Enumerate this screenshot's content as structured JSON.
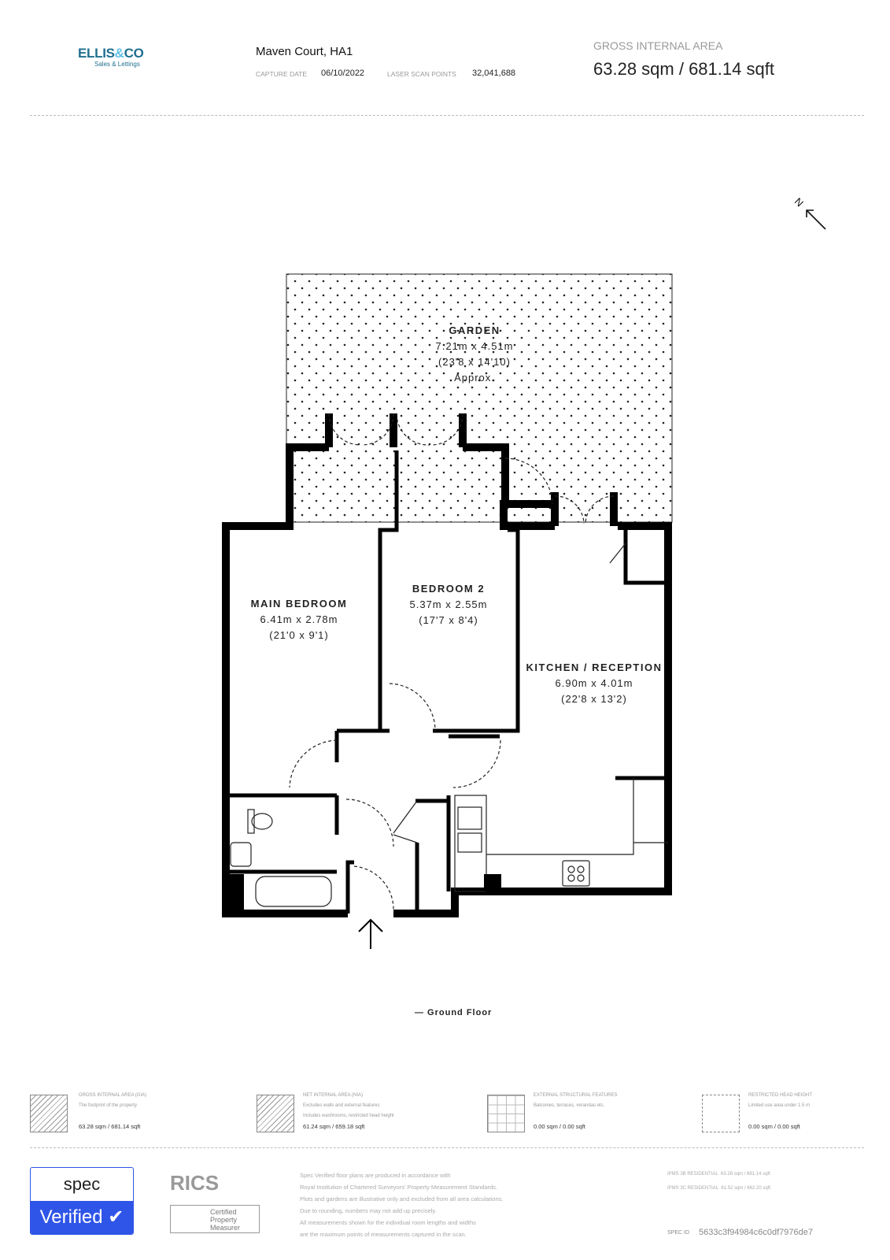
{
  "header": {
    "logo": {
      "brand": "ELLIS&CO",
      "tagline": "Sales & Lettings",
      "brand_color": "#1f6f8f"
    },
    "property": "Maven Court, HA1",
    "capture_date_label": "CAPTURE DATE",
    "capture_date": "06/10/2022",
    "scan_points_label": "LASER SCAN POINTS",
    "scan_points": "32,041,688",
    "gia_label": "GROSS INTERNAL AREA",
    "gia_value": "63.28 sqm / 681.14 sqft"
  },
  "plan": {
    "compass": "N",
    "floor_label": "— Ground Floor",
    "rooms": [
      {
        "name": "GARDEN",
        "metric": "7.21m x 4.51m",
        "imperial": "(23'8 x 14'10)",
        "note": "Approx."
      },
      {
        "name": "MAIN BEDROOM",
        "metric": "6.41m x 2.78m",
        "imperial": "(21'0 x 9'1)"
      },
      {
        "name": "BEDROOM 2",
        "metric": "5.37m x 2.55m",
        "imperial": "(17'7 x 8'4)"
      },
      {
        "name": "KITCHEN / RECEPTION",
        "metric": "6.90m x 4.01m",
        "imperial": "(22'8 x 13'2)"
      }
    ]
  },
  "legend": [
    {
      "title": "GROSS INTERNAL AREA (GIA)",
      "desc": [
        "The footprint of the property"
      ],
      "value": "63.28 sqm / 681.14 sqft",
      "icon": "hatched-square-icon"
    },
    {
      "title": "NET INTERNAL AREA (NIA)",
      "desc": [
        "Excludes walls and external features",
        "Includes washrooms, restricted head height"
      ],
      "value": "61.24 sqm / 659.18 sqft",
      "icon": "hatched-plan-icon"
    },
    {
      "title": "EXTERNAL STRUCTURAL FEATURES",
      "desc": [
        "Balconies, terraces, verandas etc."
      ],
      "value": "0.00 sqm / 0.00 sqft",
      "icon": "grid-icon"
    },
    {
      "title": "RESTRICTED HEAD HEIGHT",
      "desc": [
        "Limited use area under 1.5 m"
      ],
      "value": "0.00 sqm / 0.00 sqft",
      "icon": "person-height-icon"
    }
  ],
  "footer": {
    "spec_badge": {
      "top": "spec",
      "bottom": "Verified",
      "color": "#2f55e8"
    },
    "rics": {
      "name": "RICS",
      "cert": [
        "Certified",
        "Property",
        "Measurer"
      ]
    },
    "notes": [
      "Spec Verified floor plans are produced in accordance with",
      "Royal Institution of Chartered Surveyors' Property Measurement Standards.",
      "Plots and gardens are illustrative only and excluded from all area calculations.",
      "Due to rounding, numbers may not add up precisely.",
      "All measurements shown for the individual room lengths and widths",
      "are the maximum points of measurements captured in the scan."
    ],
    "ipms": [
      {
        "label": "IPMS 3B RESIDENTIAL",
        "value": "63.28 sqm / 681.14 sqft"
      },
      {
        "label": "IPMS 3C RESIDENTIAL",
        "value": "61.52 sqm / 662.20 sqft"
      }
    ],
    "spec_id_label": "SPEC ID",
    "spec_id": "5633c3f94984c6c0df7976de7"
  }
}
